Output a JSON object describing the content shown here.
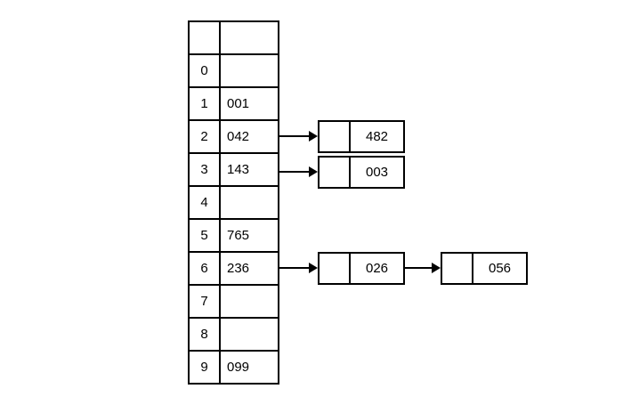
{
  "diagram_type": "hash-table-with-chaining",
  "colors": {
    "line": "#000000",
    "background": "#ffffff",
    "text": "#000000"
  },
  "table": {
    "rows": [
      {
        "index": "",
        "value": ""
      },
      {
        "index": "0",
        "value": ""
      },
      {
        "index": "1",
        "value": "001"
      },
      {
        "index": "2",
        "value": "042"
      },
      {
        "index": "3",
        "value": "143"
      },
      {
        "index": "4",
        "value": ""
      },
      {
        "index": "5",
        "value": "765"
      },
      {
        "index": "6",
        "value": "236"
      },
      {
        "index": "7",
        "value": ""
      },
      {
        "index": "8",
        "value": ""
      },
      {
        "index": "9",
        "value": "099"
      }
    ]
  },
  "nodes": [
    {
      "pointer": "",
      "value": "482"
    },
    {
      "pointer": "",
      "value": "003"
    },
    {
      "pointer": "",
      "value": "026"
    },
    {
      "pointer": "",
      "value": "056"
    }
  ],
  "chains": [
    {
      "bucket": "2",
      "node_values": [
        "482"
      ]
    },
    {
      "bucket": "3",
      "node_values": [
        "003"
      ]
    },
    {
      "bucket": "6",
      "node_values": [
        "026",
        "056"
      ]
    }
  ]
}
